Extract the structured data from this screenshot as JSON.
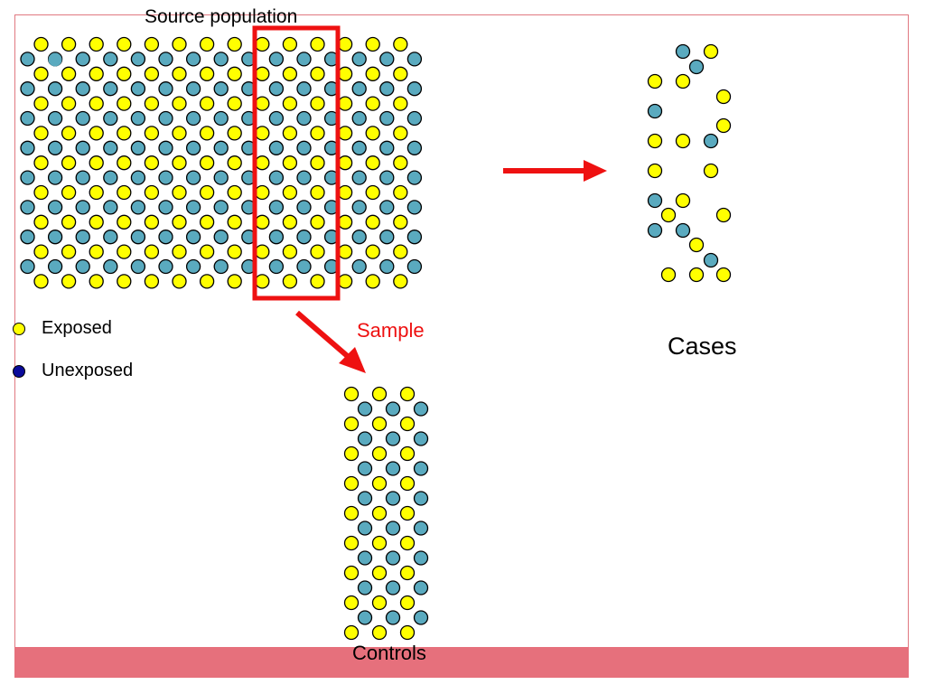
{
  "title": "Source population",
  "sample_label": "Sample",
  "cases_label": "Cases",
  "controls_label": "Controls",
  "legend": [
    {
      "label": "Exposed",
      "color": "#ffff00"
    },
    {
      "label": "Unexposed",
      "color": "#0a0a9a"
    }
  ],
  "colors": {
    "exposed": "#ffff00",
    "unexposed_dot": "#5aaabf",
    "outline": "#000000",
    "sample_box": "#ee1111",
    "arrow": "#ee1111",
    "footer_bar": "#e6707c"
  }
}
